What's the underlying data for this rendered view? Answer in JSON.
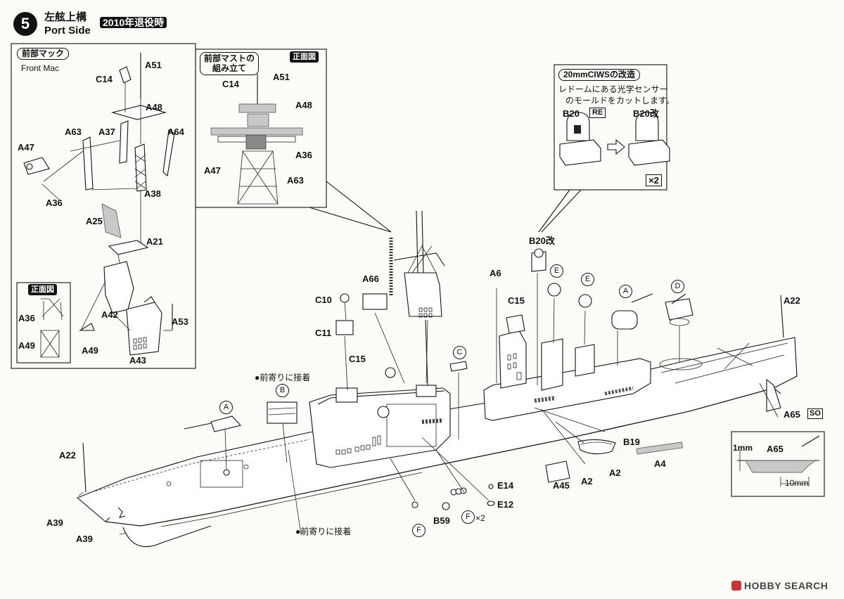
{
  "header": {
    "step_number": "5",
    "title_ja": "左舷上構",
    "title_en": "Port Side",
    "era_tag": "2010年退役時"
  },
  "front_mast_panel": {
    "title_ja": "前部マック",
    "title_en": "Front Mac",
    "parts": [
      "A51",
      "C14",
      "A48",
      "A63",
      "A37",
      "A64",
      "A47",
      "A36",
      "A38",
      "A25",
      "A21",
      "A42",
      "A53",
      "A49",
      "A43"
    ],
    "front_view_label": "正面図",
    "front_view_parts": [
      "A36",
      "A49"
    ]
  },
  "mast_assembly_panel": {
    "title_line1": "前部マストの",
    "title_line2": "組み立て",
    "view_label": "正面図",
    "parts": [
      "C14",
      "A51",
      "A48",
      "A36",
      "A47",
      "A63"
    ]
  },
  "ciws_panel": {
    "title": "20mmCIWSの改造",
    "note_line1": "レドームにある光学センサー",
    "note_line2": "のモールドをカットします。",
    "before_label": "B20",
    "before_badge": "RE",
    "after_label": "B20改",
    "quantity": "×2"
  },
  "main_labels": {
    "b20_kai": "B20改",
    "a66": "A66",
    "a6": "A6",
    "c10": "C10",
    "c11": "C11",
    "c15_a": "C15",
    "c15_b": "C15",
    "a22_stern": "A22",
    "a22_bow": "A22",
    "a65": "A65",
    "a65_badge": "SO",
    "b19": "B19",
    "a4": "A4",
    "a45": "A45",
    "a2_a": "A2",
    "a2_b": "A2",
    "e14": "E14",
    "e12": "E12",
    "b59": "B59",
    "f_qty": "×2",
    "a39_a": "A39",
    "a39_b": "A39",
    "note_forward_1": "●前寄りに接着",
    "note_forward_2": "●前寄りに接着"
  },
  "circled_labels": {
    "b": "B",
    "c": "C",
    "a_bow": "A",
    "a_turret": "A",
    "d": "D",
    "e1": "E",
    "e2": "E",
    "f1": "F",
    "f2": "F"
  },
  "detail_inset": {
    "label_1mm": "1mm",
    "label_a65": "A65",
    "label_10mm": "10mm"
  },
  "watermark": "HOBBY SEARCH"
}
